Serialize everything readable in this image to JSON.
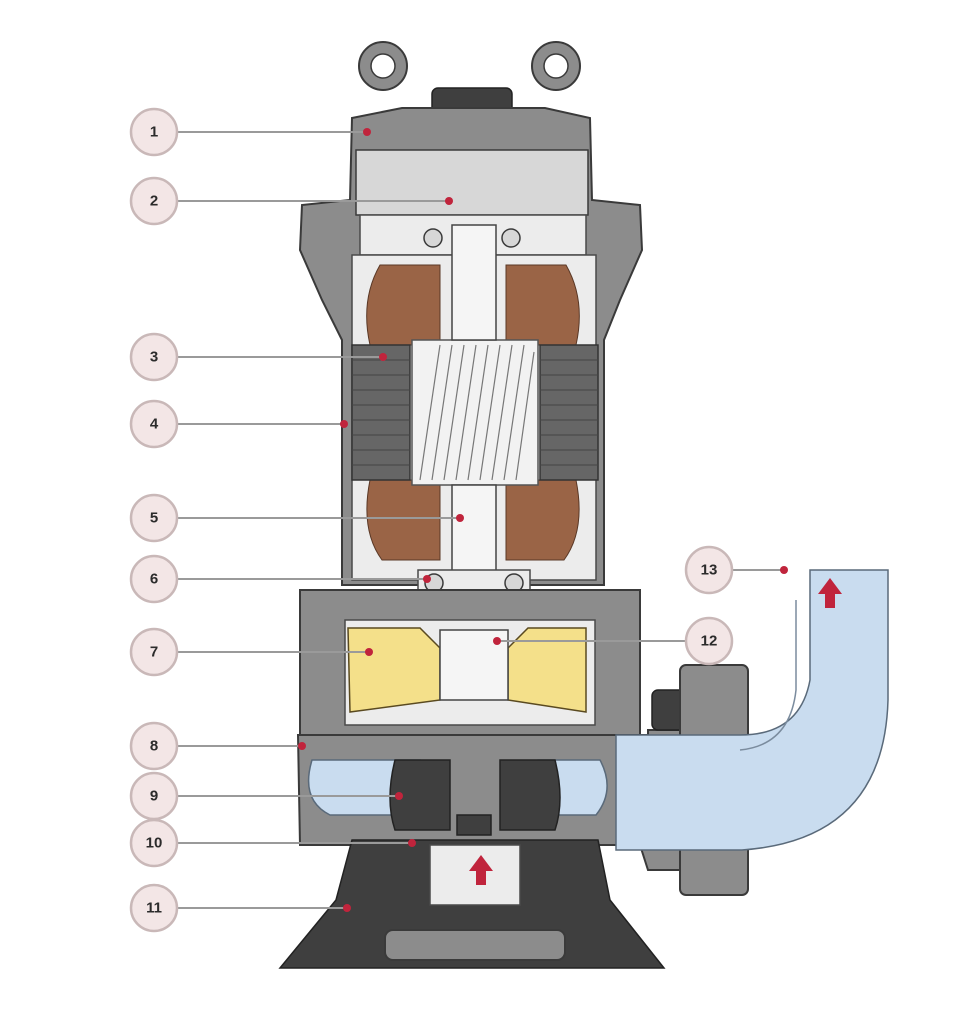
{
  "callouts": [
    {
      "label": "1"
    },
    {
      "label": "2"
    },
    {
      "label": "3"
    },
    {
      "label": "4"
    },
    {
      "label": "5"
    },
    {
      "label": "6"
    },
    {
      "label": "7"
    },
    {
      "label": "8"
    },
    {
      "label": "9"
    },
    {
      "label": "10"
    },
    {
      "label": "11"
    },
    {
      "label": "12"
    },
    {
      "label": "13"
    }
  ],
  "colors": {
    "callout_fill": "#f3e6e6",
    "pointer_dot": "#c0243c",
    "flow_arrow": "#c0243c",
    "water": "#c9dcef",
    "mechanical_seal": "#f4e08a",
    "winding_copper": "#9a6446",
    "casing": "#8c8c8c"
  }
}
